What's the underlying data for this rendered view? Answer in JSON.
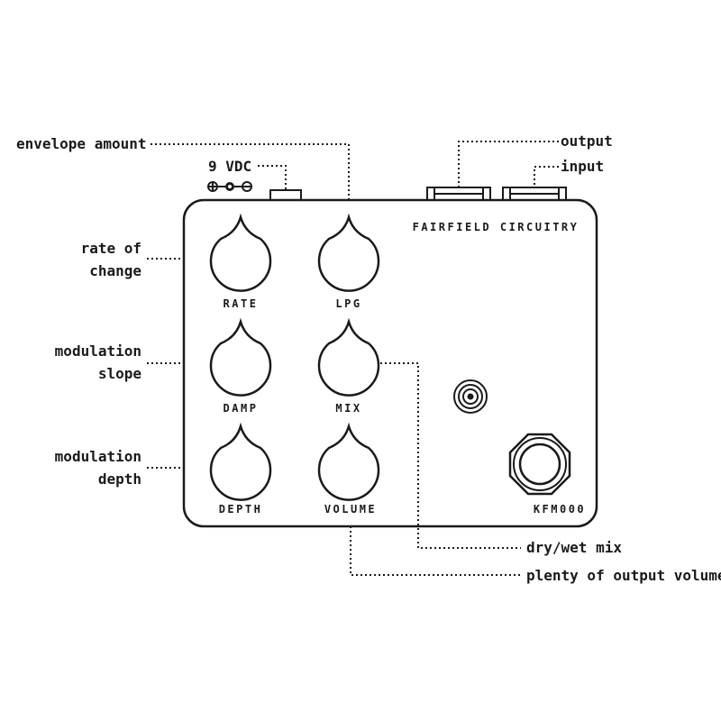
{
  "annotations": {
    "envelope_amount": "envelope amount",
    "power": "9 VDC",
    "output": "output",
    "input": "input",
    "rate_line1": "rate of",
    "rate_line2": "change",
    "slope_line1": "modulation",
    "slope_line2": "slope",
    "depth_line1": "modulation",
    "depth_line2": "depth",
    "drywet": "dry/wet mix",
    "volume_out": "plenty of output volume"
  },
  "pedal": {
    "brand": "FAIRFIELD CIRCUITRY",
    "model": "KFM000",
    "knobs": [
      "RATE",
      "LPG",
      "DAMP",
      "MIX",
      "DEPTH",
      "VOLUME"
    ]
  }
}
